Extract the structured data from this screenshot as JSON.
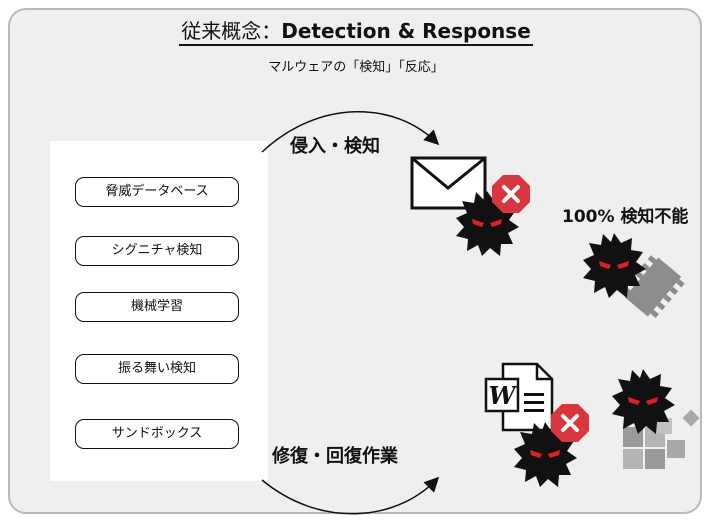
{
  "title": {
    "prefix": "従来概念：",
    "bold": "Detection & Response"
  },
  "subtitle": "マルウェアの「検知」「反応」",
  "methods": [
    {
      "label": "脅威データベース"
    },
    {
      "label": "シグニチャ検知"
    },
    {
      "label": "機械学習"
    },
    {
      "label": "振る舞い検知"
    },
    {
      "label": "サンドボックス"
    }
  ],
  "flow": {
    "top_label": "侵入・検知",
    "bottom_label": "修復・回復作業"
  },
  "status_label": "100% 検知不能",
  "icons": [
    "envelope-icon",
    "malware-icon",
    "blocked-x-icon",
    "chip-icon",
    "word-document-icon",
    "cubes-icon",
    "arrow-icon"
  ],
  "colors": {
    "panel_bg": "#efefef",
    "border": "#b9b9b9",
    "x_badge": "#d9363e",
    "malware": "#111111",
    "eyes": "#e02020",
    "device_gray": "#8c8c8c"
  }
}
